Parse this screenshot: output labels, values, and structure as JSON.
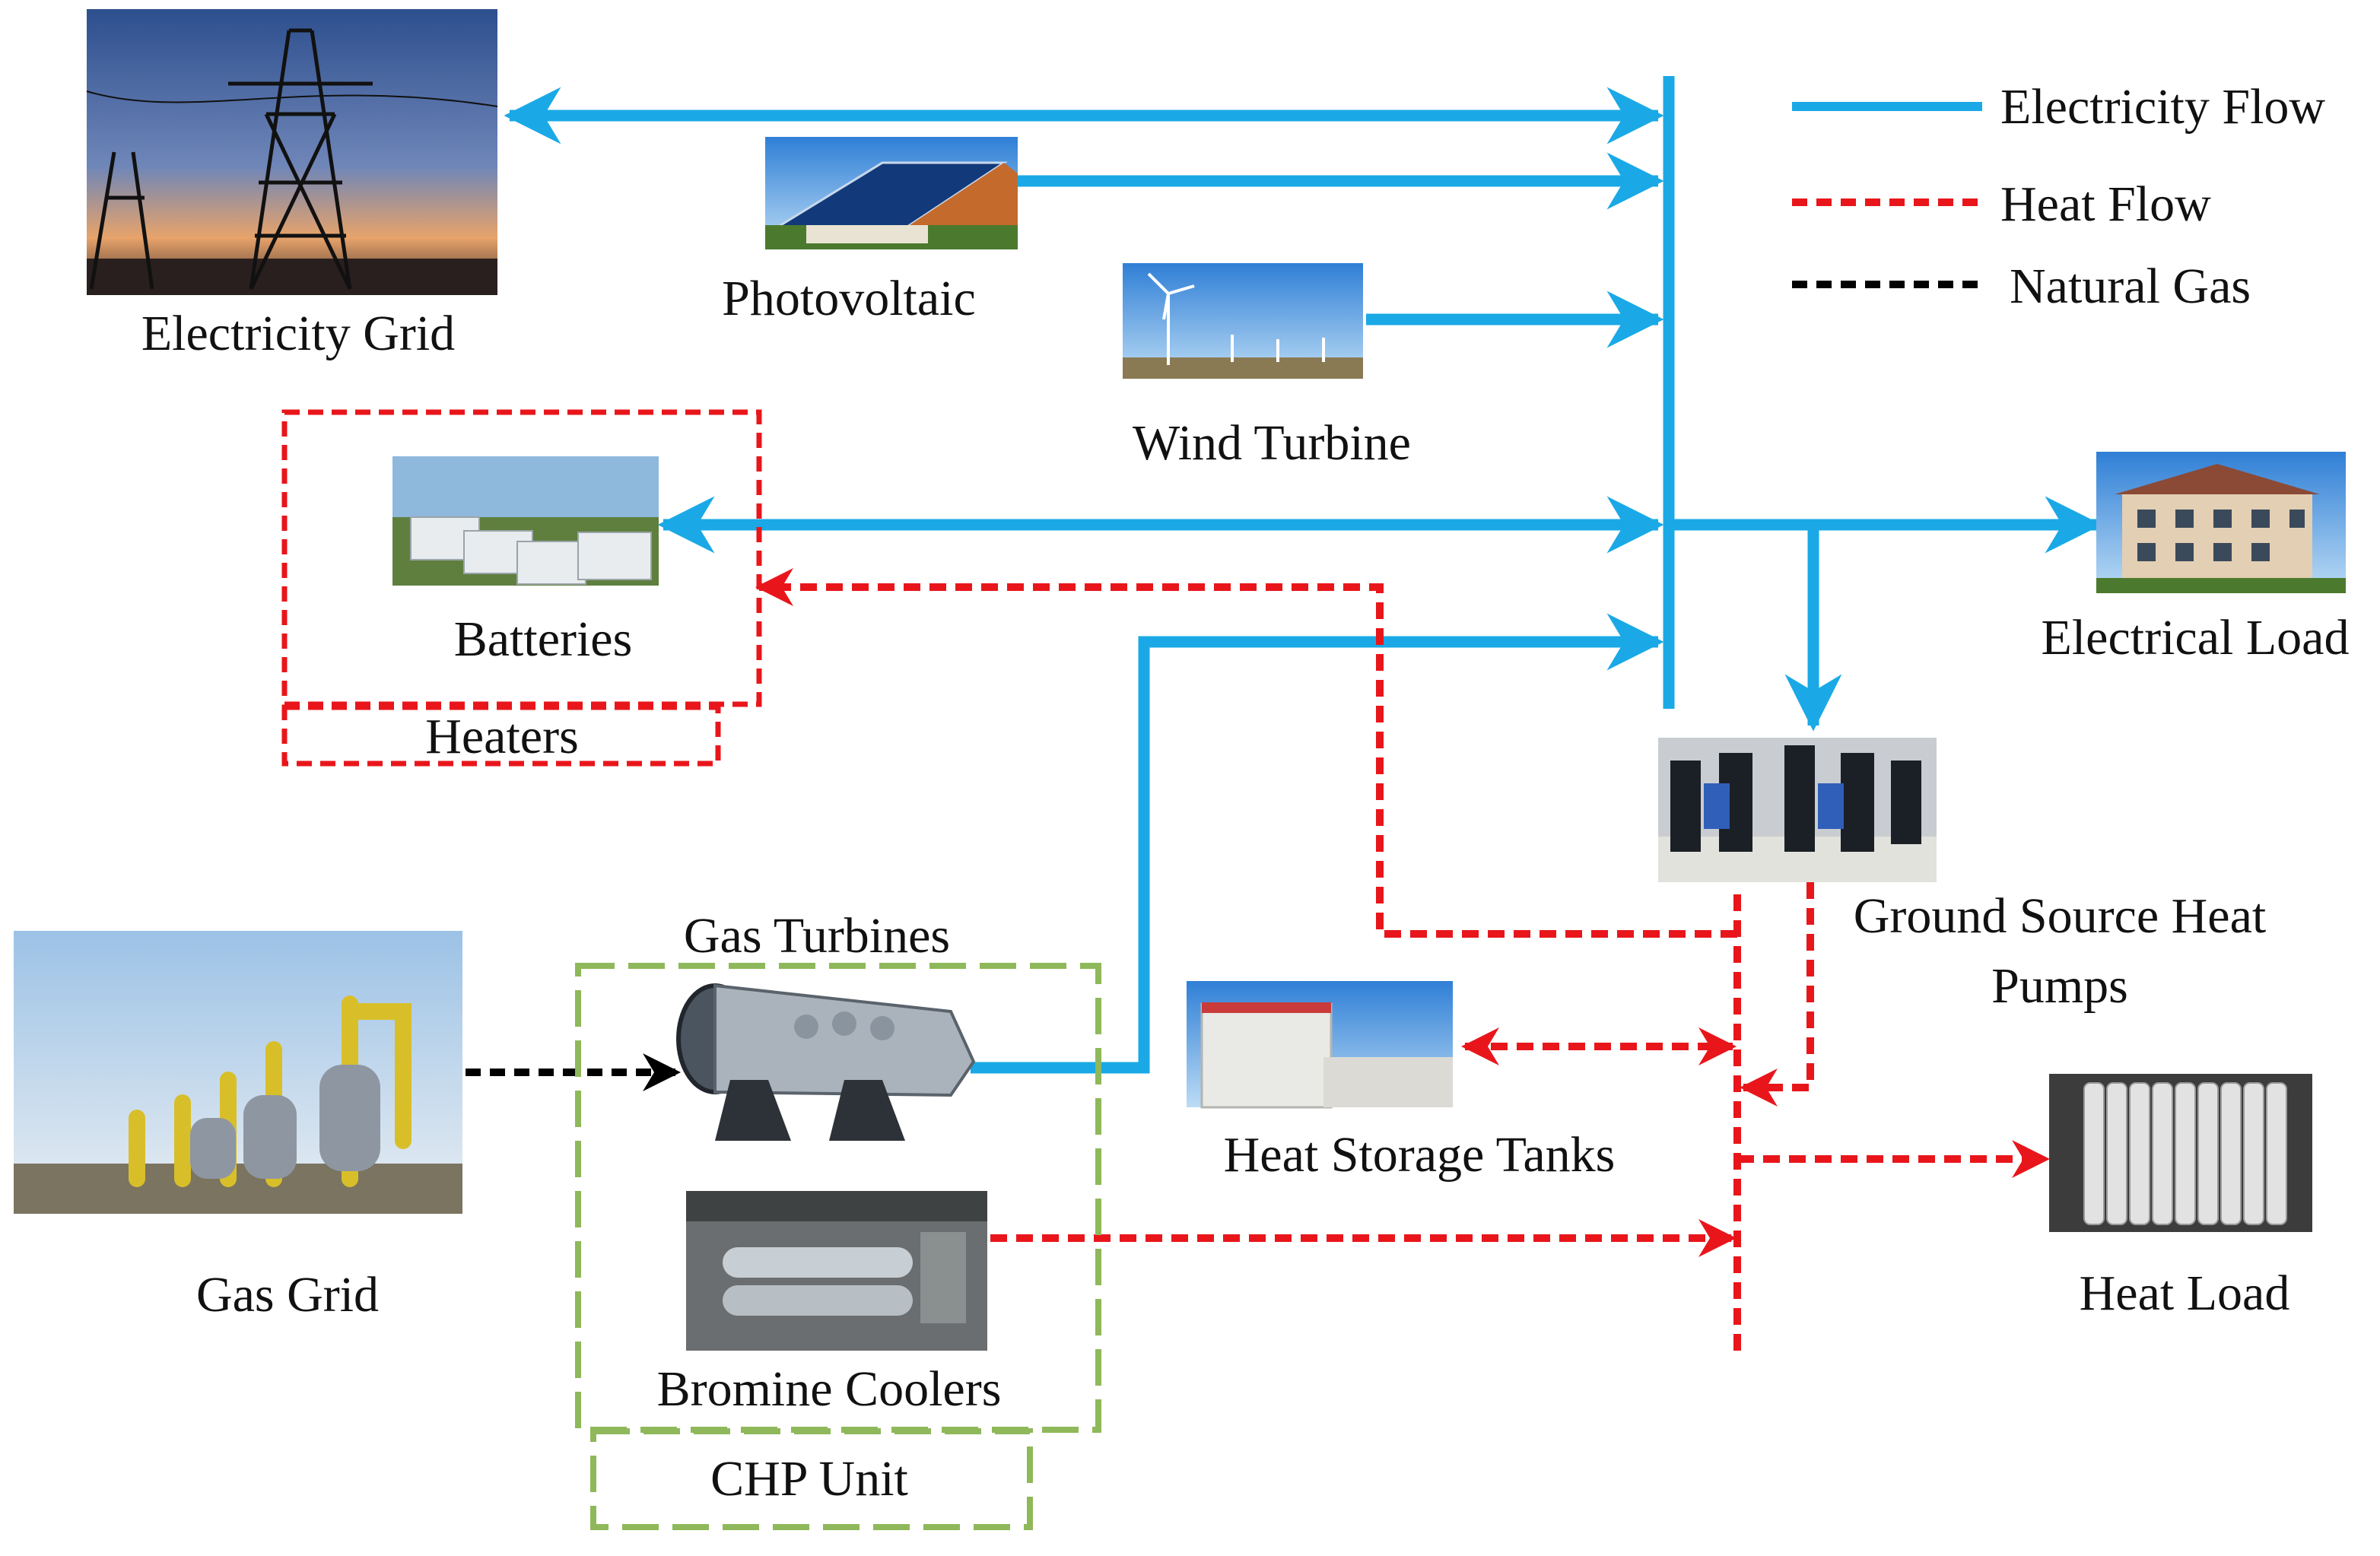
{
  "legend": {
    "electricity": "Electricity Flow",
    "heat": "Heat Flow",
    "gas": "Natural Gas"
  },
  "colors": {
    "electricity": "#1aa9e6",
    "heat": "#e8161b",
    "gas": "#000000",
    "chp_group": "#8fb85a"
  },
  "nodes": {
    "electricity_grid": "Electricity Grid",
    "photovoltaic": "Photovoltaic",
    "wind_turbine": "Wind Turbine",
    "batteries": "Batteries",
    "heaters": "Heaters",
    "electrical_load": "Electrical Load",
    "ground_source_heat_pumps_line1": "Ground Source Heat",
    "ground_source_heat_pumps_line2": "Pumps",
    "gas_grid": "Gas Grid",
    "gas_turbines": "Gas Turbines",
    "heat_storage_tanks": "Heat Storage Tanks",
    "heat_load": "Heat Load",
    "bromine_coolers": "Bromine Coolers",
    "chp_unit": "CHP Unit"
  }
}
